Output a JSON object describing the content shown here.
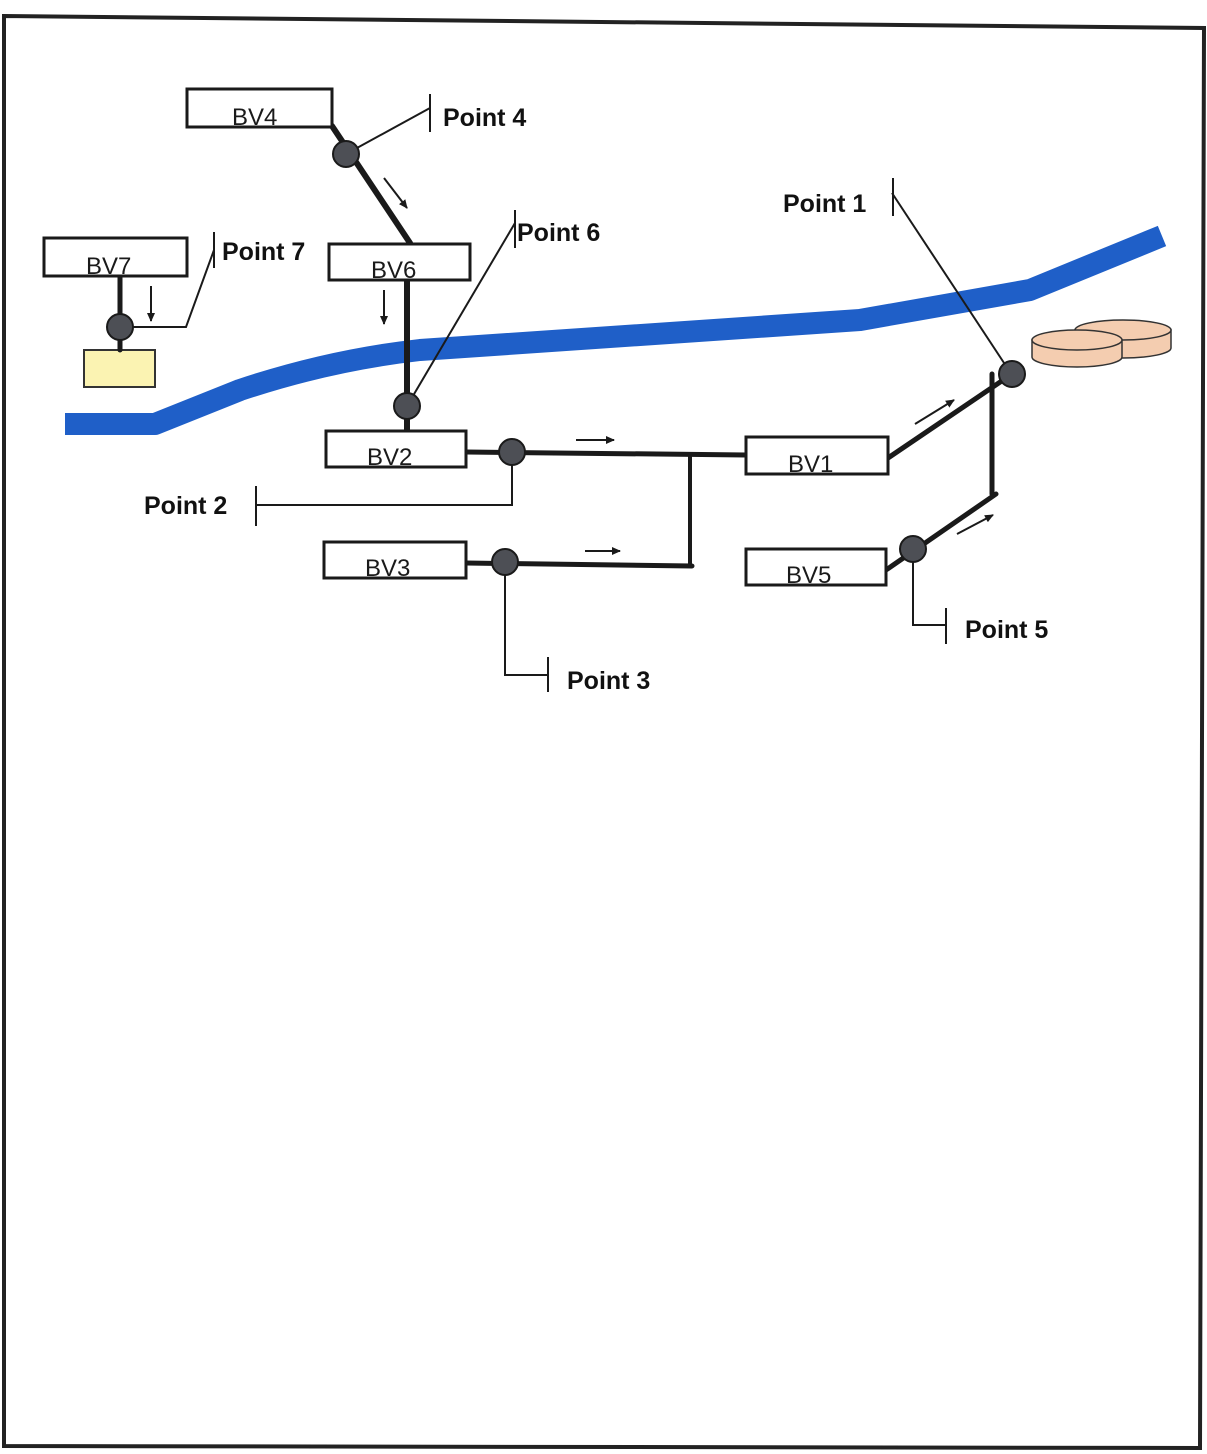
{
  "colors": {
    "river": "#1f5fc8",
    "pipe": "#1a1a1a",
    "node": "#4d4f55",
    "tank_fill": "#f4cdb0",
    "outlet_fill": "#fbf3b2",
    "border": "#222222"
  },
  "boxes": {
    "bv1": "BV1",
    "bv2": "BV2",
    "bv3": "BV3",
    "bv4": "BV4",
    "bv5": "BV5",
    "bv6": "BV6",
    "bv7": "BV7"
  },
  "points": {
    "p1": "Point 1",
    "p2": "Point 2",
    "p3": "Point 3",
    "p4": "Point 4",
    "p5": "Point 5",
    "p6": "Point 6",
    "p7": "Point 7"
  }
}
